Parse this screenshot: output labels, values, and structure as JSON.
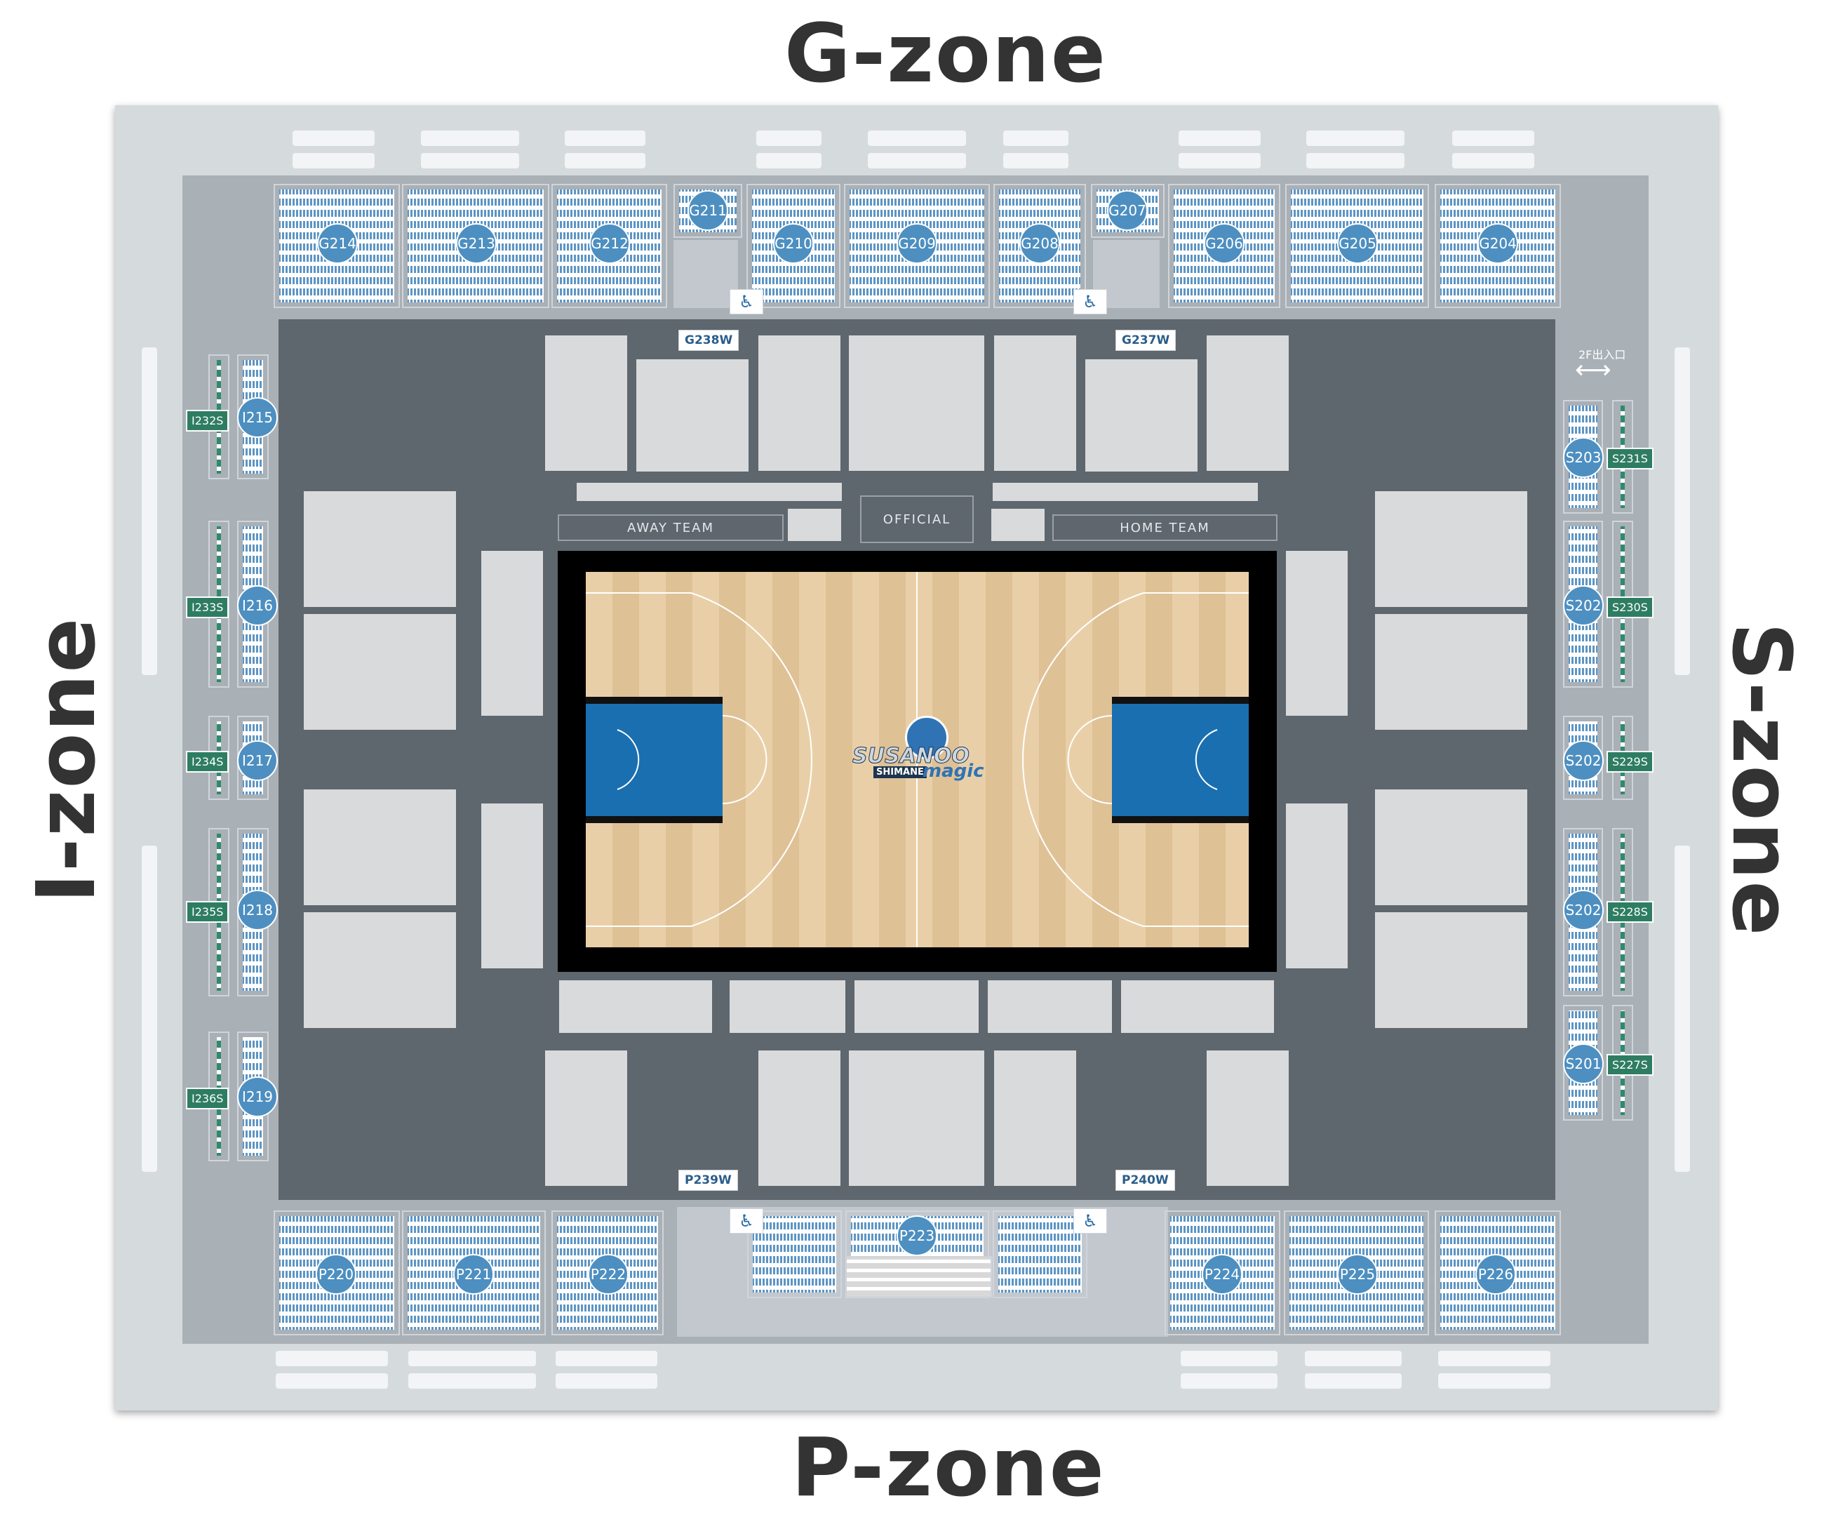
{
  "zones": {
    "top": "G-zone",
    "bottom": "P-zone",
    "left": "I-zone",
    "right": "S-zone"
  },
  "colors": {
    "seat_blue": "#5d95c4",
    "seat_green": "#2f8a6d",
    "badge_blue": "#4d8fc1",
    "floor_dark": "#5e666e",
    "court_wood": "#e9cfa8",
    "paint_blue": "#1a6fb0"
  },
  "g_sections": [
    "G214",
    "G213",
    "G212",
    "G211",
    "G210",
    "G209",
    "G208",
    "G207",
    "G206",
    "G205",
    "G204"
  ],
  "p_sections": [
    "P220",
    "P221",
    "P222",
    "P223",
    "P224",
    "P225",
    "P226"
  ],
  "i_sections": [
    "I215",
    "I216",
    "I217",
    "I218",
    "I219"
  ],
  "i_standing": [
    "I232S",
    "I233S",
    "I234S",
    "I235S",
    "I236S"
  ],
  "s_sections": [
    "S203",
    "S202",
    "S202",
    "S202",
    "S201"
  ],
  "s_standing": [
    "S231S",
    "S230S",
    "S229S",
    "S228S",
    "S227S"
  ],
  "wheelchair": {
    "g238": "G238W",
    "g237": "G237W",
    "p239": "P239W",
    "p240": "P240W",
    "icon": "wheelchair-icon",
    "glyph": "♿"
  },
  "exit_label": "2F出入口",
  "exit_arrow": "⟷",
  "bench": {
    "away": "AWAY TEAM",
    "home": "HOME TEAM",
    "official": "OFFICIAL"
  },
  "logo": {
    "line1": "SUSANOO",
    "line2": "SHIMANE",
    "line3": "magic"
  }
}
